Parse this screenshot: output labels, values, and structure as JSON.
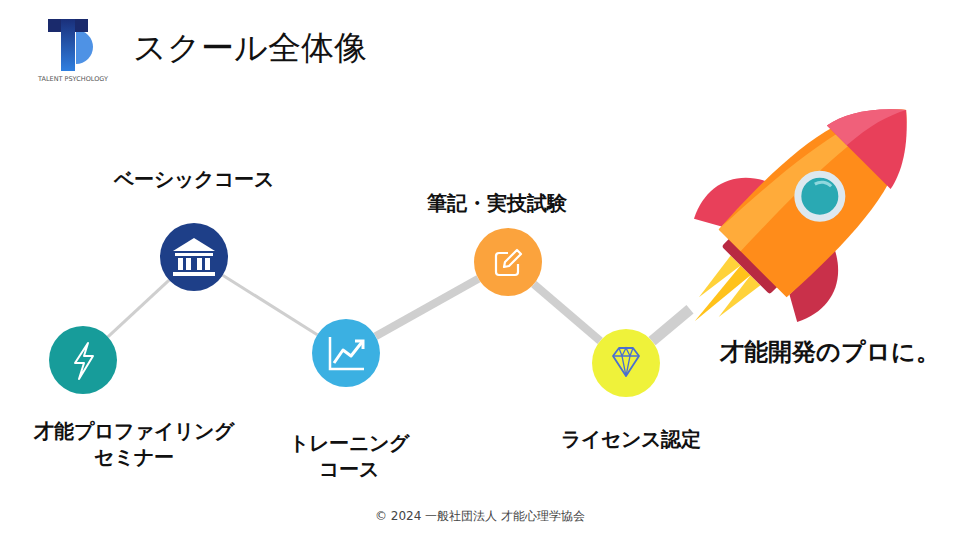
{
  "diagram": {
    "title": "スクール全体像",
    "nodes": [
      {
        "text": [
          "才能プロファイリング セミナー"
        ]
      },
      {
        "text": [
          "ベーシックコース"
        ]
      },
      {
        "text": [
          "トレーニング コース"
        ]
      },
      {
        "text": [
          "筆記・実技試験"
        ]
      },
      {
        "text": [
          "ライセンス認定"
        ]
      },
      {
        "text": [
          "才能開発のプロに。"
        ]
      }
    ],
    "edges": [
      {
        "from": 0,
        "to": 1,
        "arrow": "none"
      },
      {
        "from": 1,
        "to": 2,
        "arrow": "none"
      },
      {
        "from": 2,
        "to": 3,
        "arrow": "none"
      },
      {
        "from": 3,
        "to": 4,
        "arrow": "none"
      },
      {
        "from": 4,
        "to": 5,
        "arrow": "none"
      }
    ],
    "labels": [
      "TALENT PSYCHOLOGY",
      "© 2024 一般社団法人 才能心理学協会"
    ]
  }
}
